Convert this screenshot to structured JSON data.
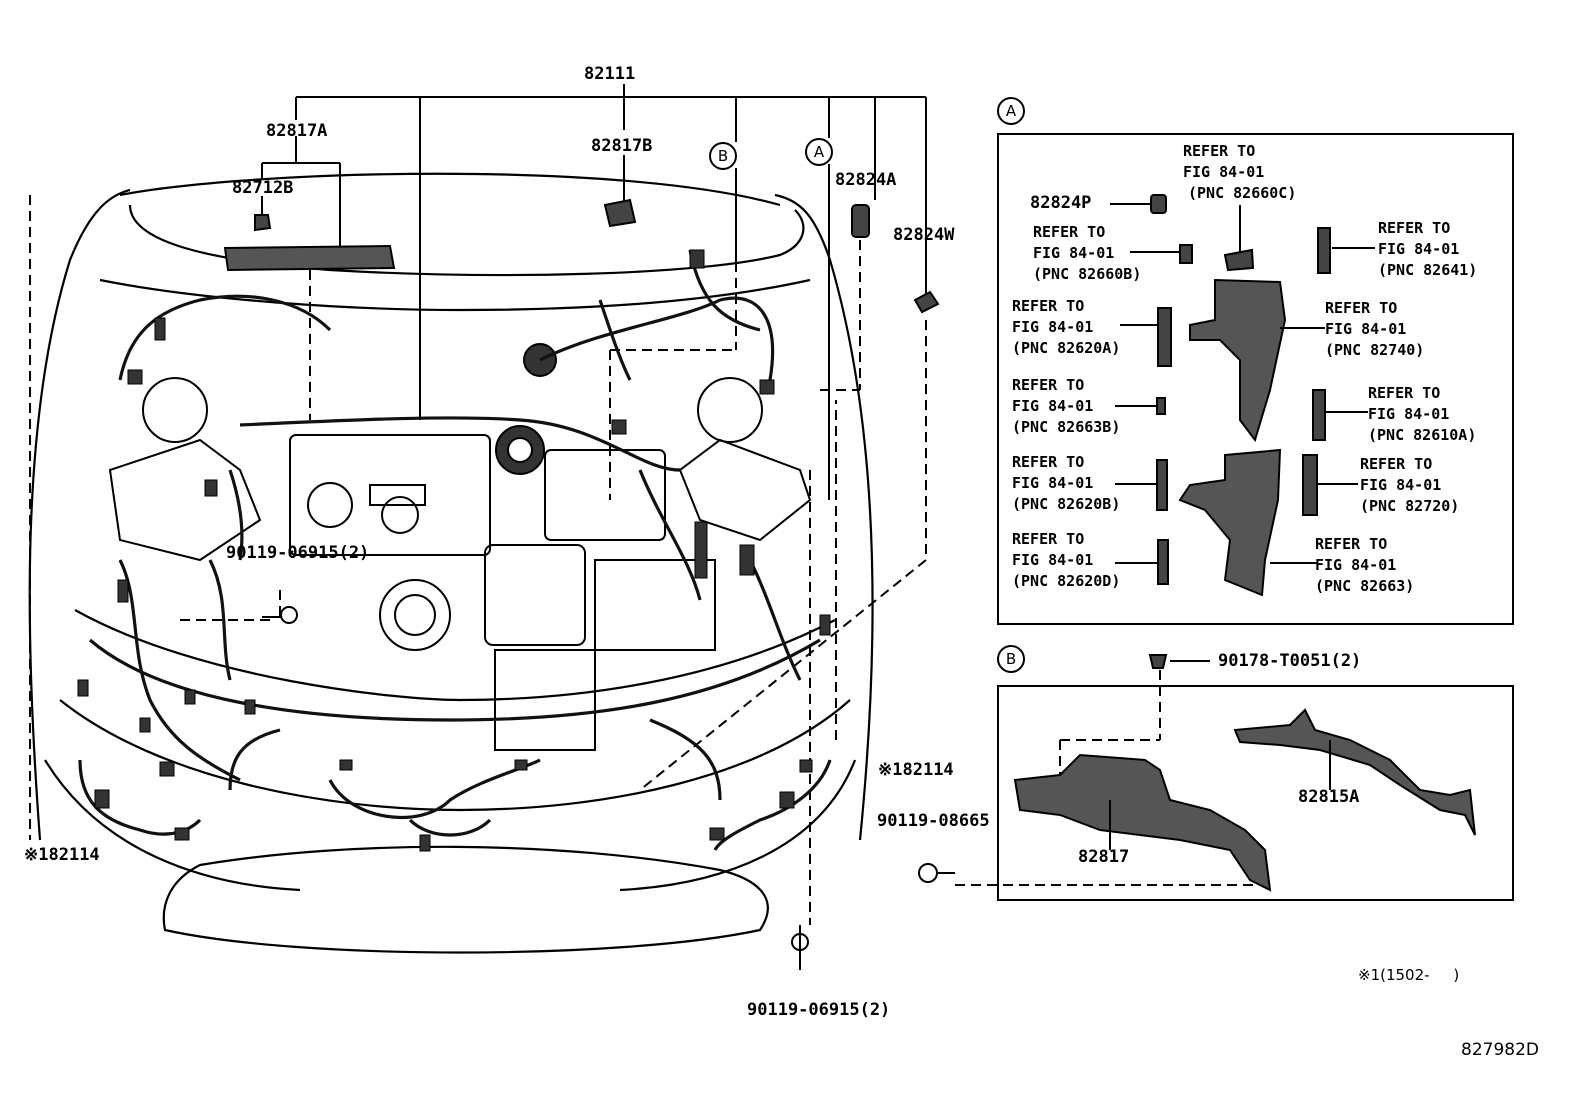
{
  "main_labels": {
    "harness": "82111",
    "p82817A": "82817A",
    "p82712B": "82712B",
    "p82817B": "82817B",
    "p82824A": "82824A",
    "p82824W": "82824W",
    "bolt_left": "90119-06915(2)",
    "bolt_bottom": "90119-06915(2)",
    "p82114_right": "82114",
    "p82114_left": "82114",
    "mark_right": "※1",
    "mark_left": "※1",
    "bolt_b": "90119-08665"
  },
  "callouts": {
    "a": "A",
    "b": "B"
  },
  "panel_a": {
    "marker": "A",
    "p82824P": "82824P",
    "refs": [
      {
        "l1": "REFER TO",
        "l2": "FIG 84-01",
        "l3": "(PNC 82660C)"
      },
      {
        "l1": "REFER TO",
        "l2": "FIG 84-01",
        "l3": "(PNC 82660B)"
      },
      {
        "l1": "REFER TO",
        "l2": "FIG 84-01",
        "l3": "(PNC 82641)"
      },
      {
        "l1": "REFER TO",
        "l2": "FIG 84-01",
        "l3": "(PNC 82620A)"
      },
      {
        "l1": "REFER TO",
        "l2": "FIG 84-01",
        "l3": "(PNC 82740)"
      },
      {
        "l1": "REFER TO",
        "l2": "FIG 84-01",
        "l3": "(PNC 82663B)"
      },
      {
        "l1": "REFER TO",
        "l2": "FIG 84-01",
        "l3": "(PNC 82610A)"
      },
      {
        "l1": "REFER TO",
        "l2": "FIG 84-01",
        "l3": "(PNC 82620B)"
      },
      {
        "l1": "REFER TO",
        "l2": "FIG 84-01",
        "l3": "(PNC 82720)"
      },
      {
        "l1": "REFER TO",
        "l2": "FIG 84-01",
        "l3": "(PNC 82620D)"
      },
      {
        "l1": "REFER TO",
        "l2": "FIG 84-01",
        "l3": "(PNC 82663)"
      }
    ]
  },
  "panel_b": {
    "marker": "B",
    "clip": "90178-T0051(2)",
    "p82815A": "82815A",
    "p82817": "82817"
  },
  "footnote": "※1(1502-     )",
  "figure_id": "827982D"
}
